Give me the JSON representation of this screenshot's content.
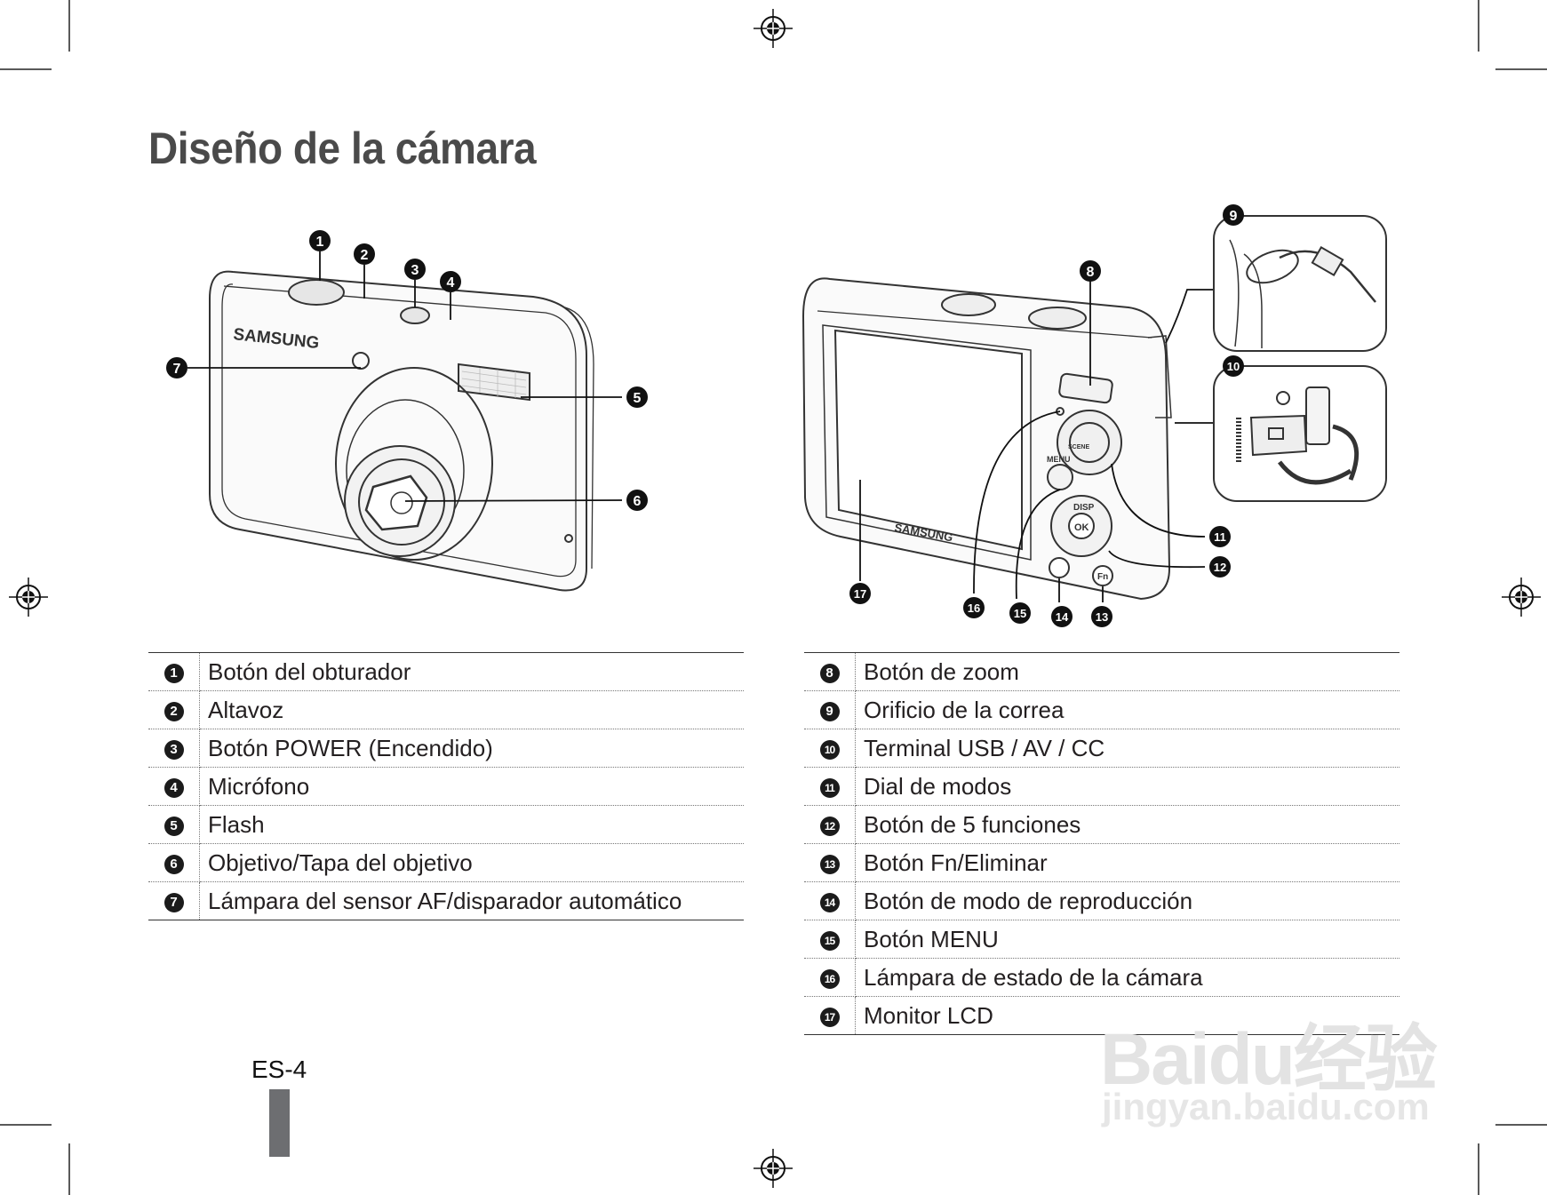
{
  "title": "Diseño de la cámara",
  "front_callouts": [
    "1",
    "2",
    "3",
    "4",
    "5",
    "6",
    "7"
  ],
  "back_callouts": [
    "8",
    "9",
    "10",
    "11",
    "12",
    "13",
    "14",
    "15",
    "16",
    "17"
  ],
  "camera_labels": {
    "brand": "SAMSUNG",
    "menu": "MENU",
    "disp": "DISP",
    "ok": "OK",
    "fn": "Fn",
    "scene": "SCENE"
  },
  "left_table": [
    {
      "num": "1",
      "label": "Botón del obturador"
    },
    {
      "num": "2",
      "label": "Altavoz"
    },
    {
      "num": "3",
      "label": "Botón POWER (Encendido)"
    },
    {
      "num": "4",
      "label": "Micrófono"
    },
    {
      "num": "5",
      "label": "Flash"
    },
    {
      "num": "6",
      "label": "Objetivo/Tapa del objetivo"
    },
    {
      "num": "7",
      "label": "Lámpara del sensor AF/disparador automático"
    }
  ],
  "right_table": [
    {
      "num": "8",
      "label": "Botón de zoom"
    },
    {
      "num": "9",
      "label": "Orificio de la correa"
    },
    {
      "num": "10",
      "label": "Terminal USB / AV / CC"
    },
    {
      "num": "11",
      "label": "Dial de modos"
    },
    {
      "num": "12",
      "label": "Botón de 5 funciones"
    },
    {
      "num": "13",
      "label": "Botón Fn/Eliminar"
    },
    {
      "num": "14",
      "label": "Botón de modo de reproducción"
    },
    {
      "num": "15",
      "label": "Botón MENU"
    },
    {
      "num": "16",
      "label": "Lámpara de estado de la cámara"
    },
    {
      "num": "17",
      "label": "Monitor LCD"
    }
  ],
  "page_number": "ES-4",
  "watermark": {
    "main": "Baidu经验",
    "sub": "jingyan.baidu.com"
  }
}
